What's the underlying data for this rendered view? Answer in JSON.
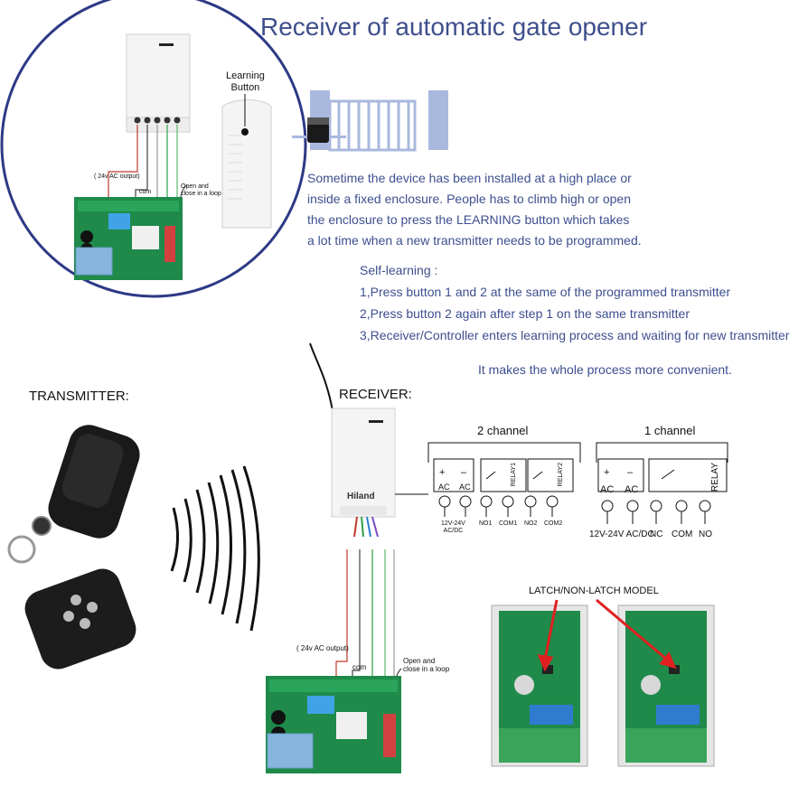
{
  "title": "Receiver of automatic gate opener",
  "intro": [
    "Sometime the device has been installed at a high place or",
    "inside a fixed enclosure. People has to climb high or open",
    "the enclosure to press the LEARNING button which takes",
    "a lot time when a new transmitter needs to be programmed."
  ],
  "self_learning": {
    "heading": "Self-learning :",
    "steps": [
      "1,Press button 1 and 2 at the same of the programmed transmitter",
      "2,Press button 2 again after step 1 on the same transmitter",
      "3,Receiver/Controller enters learning process and waiting for new transmitter"
    ]
  },
  "conclusion": "It makes the whole process more convenient.",
  "labels": {
    "learning_button_1": "Learning",
    "learning_button_2": "Button",
    "transmitter": "TRANSMITTER:",
    "receiver": "RECEIVER:",
    "brand": "Hiland",
    "latch_model": "LATCH/NON-LATCH MODEL"
  },
  "wiring": {
    "ac_output": "( 24v AC output)",
    "com": "com",
    "loop_1": "Open and",
    "loop_2": "close in a loop"
  },
  "two_channel": {
    "title": "2 channel",
    "ac1": "AC",
    "ac2": "AC",
    "plus": "+",
    "minus": "–",
    "relay1": "RELAY1",
    "relay2": "RELAY2",
    "t_power_1": "12V-24V",
    "t_power_2": "AC/DC",
    "t_no1": "NO1",
    "t_com1": "COM1",
    "t_no2": "NO2",
    "t_com2": "COM2"
  },
  "one_channel": {
    "title": "1 channel",
    "ac1": "AC",
    "ac2": "AC",
    "plus": "+",
    "minus": "–",
    "relay": "RELAY",
    "t_power": "12V-24V AC/DC",
    "t_nc": "NC",
    "t_com": "COM",
    "t_no": "NO"
  },
  "colors": {
    "title_text": "#3f4f8c",
    "body_text": "#3d4f8f",
    "circle": "#2d3a86",
    "gate": "#a9b8dd",
    "pcb": "#1f8a4a",
    "transformer": "#86b6de",
    "relay": "#2f7ccf"
  }
}
